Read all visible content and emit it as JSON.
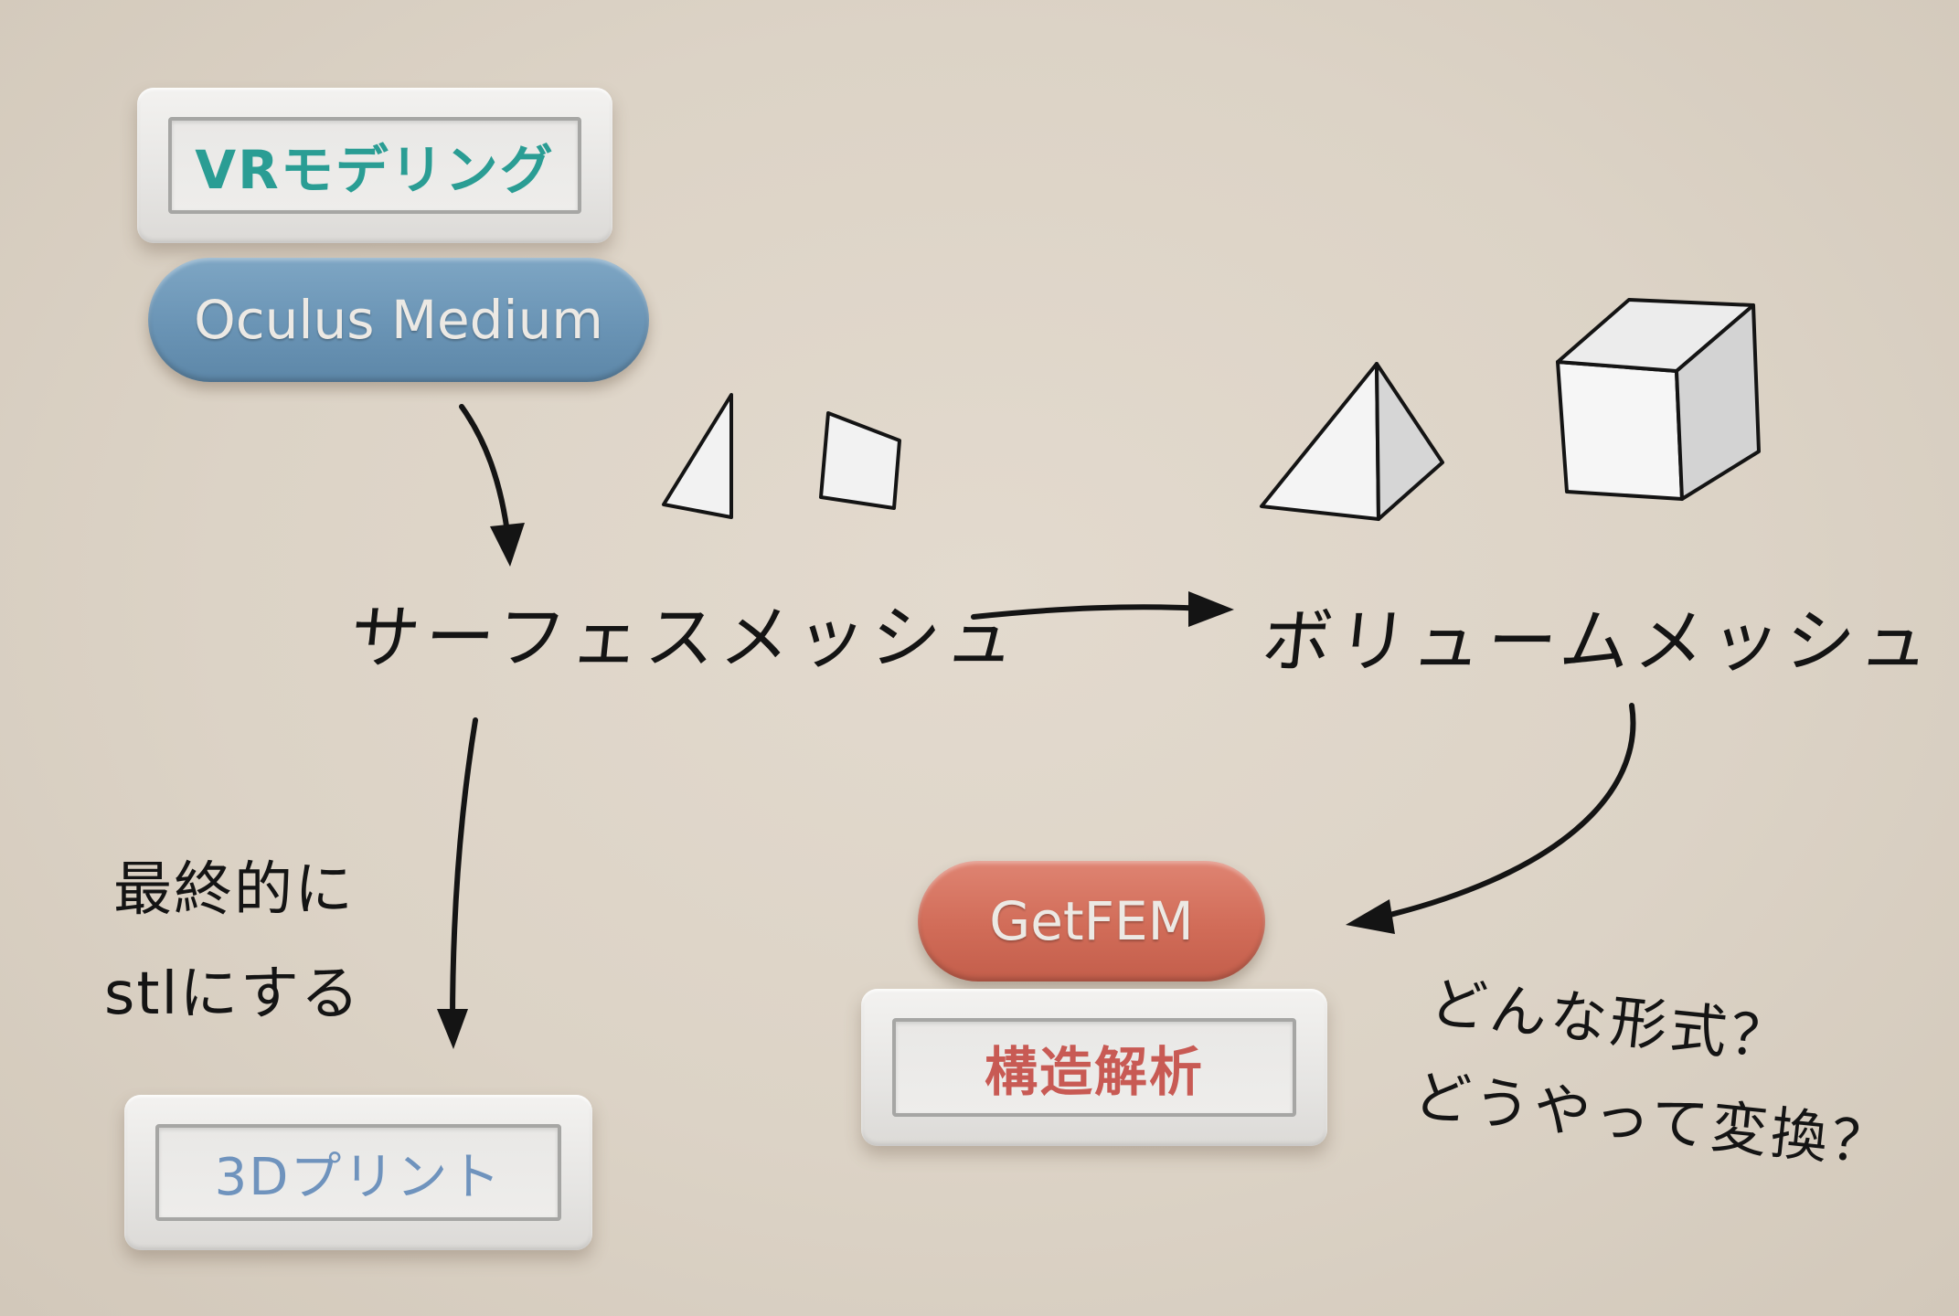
{
  "labels": {
    "vr_modeling": "VRモデリング",
    "oculus_medium": "Oculus Medium",
    "surface_mesh": "サーフェスメッシュ",
    "volume_mesh": "ボリュームメッシュ",
    "final_stl_line1": "最終的に",
    "final_stl_line2": "stlにする",
    "print_3d": "3Dプリント",
    "getfem": "GetFEM",
    "structural_analysis": "構造解析",
    "question_line1": "どんな形式？",
    "question_line2": "どうやって変換？"
  },
  "colors": {
    "background": "#dcd3c6",
    "vr_text": "#2a9d94",
    "oculus_pill": "#6e98b8",
    "print_text": "#6f93bd",
    "getfem_pill": "#d4705d",
    "analysis_text": "#c85a54",
    "ink": "#141414"
  },
  "icons": [
    "triangle-icon",
    "quad-icon",
    "tetrahedron-icon",
    "cube-icon"
  ]
}
